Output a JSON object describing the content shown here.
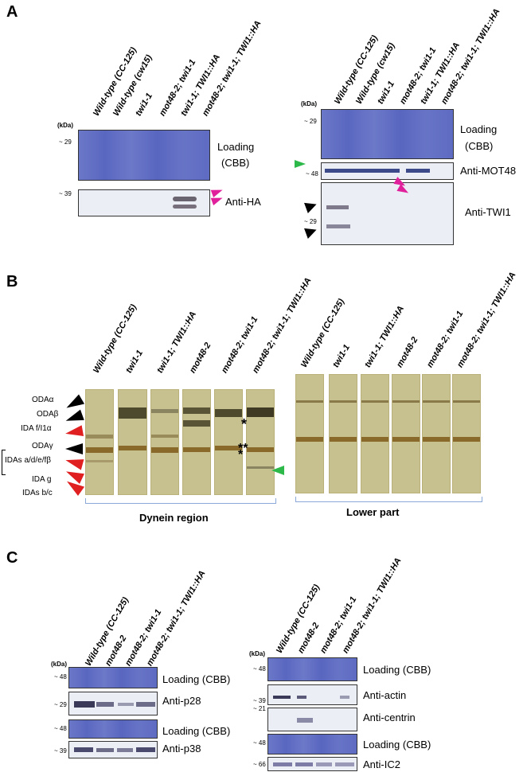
{
  "panels": {
    "a": "A",
    "b": "B",
    "c": "C"
  },
  "common": {
    "kda": "(kDa)",
    "loading": "Loading",
    "cbb": "(CBB)",
    "loading_cbb": "Loading (CBB)"
  },
  "a_left": {
    "lanes": [
      "Wild-type (CC-125)",
      "Wild-type (cw15)",
      "twi1-1",
      "mot48-2; twi1-1",
      "twi1-1; TWI1::HA",
      "mot48-2; twi1-1; TWI1::HA"
    ],
    "mw": [
      "~ 29",
      "~ 39"
    ],
    "antibody": "Anti-HA"
  },
  "a_right": {
    "lanes": [
      "Wild-type (CC-125)",
      "Wild-type (cw15)",
      "twi1-1",
      "mot48-2; twi1-1",
      "twi1-1; TWI1::HA",
      "mot48-2; twi1-1; TWI1::HA"
    ],
    "mw": [
      "~ 29",
      "~ 48",
      "~ 29"
    ],
    "antibodies": [
      "Anti-MOT48",
      "Anti-TWI1"
    ]
  },
  "b": {
    "lanes_left": [
      "Wild-type (CC-125)",
      "twi1-1",
      "twi1-1; TWI1::HA",
      "mot48-2",
      "mot48-2; twi1-1",
      "mot48-2; twi1-1; TWI1::HA"
    ],
    "lanes_right": [
      "Wild-type (CC-125)",
      "twi1-1",
      "twi1-1; TWI1::HA",
      "mot48-2",
      "mot48-2; twi1-1",
      "mot48-2; twi1-1; TWI1::HA"
    ],
    "dynein_labels": [
      "ODAα",
      "ODAβ",
      "IDA f/I1α",
      "ODAγ",
      "IDAs a/d/e/fβ",
      "IDA g",
      "IDAs b/c"
    ],
    "star_single": "*",
    "star_triple": "***",
    "region_left": "Dynein region",
    "region_right": "Lower part"
  },
  "c_left": {
    "lanes": [
      "Wild-type (CC-125)",
      "mot48-2",
      "mot48-2; twi1-1",
      "mot48-2; twi1-1; TWI1::HA"
    ],
    "mw": [
      "~ 48",
      "~ 29",
      "~ 48",
      "~ 39"
    ],
    "antibodies": [
      "Anti-p28",
      "Anti-p38"
    ]
  },
  "c_right": {
    "lanes": [
      "Wild-type (CC-125)",
      "mot48-2",
      "mot48-2; twi1-1",
      "mot48-2; twi1-1; TWI1::HA"
    ],
    "mw": [
      "~ 48",
      "~ 39",
      "~ 21",
      "~ 48",
      "~ 66"
    ],
    "antibodies": [
      "Anti-actin",
      "Anti-centrin",
      "Anti-IC2"
    ]
  },
  "colors": {
    "cbb": "#6470c4",
    "gel": "#c7c08f",
    "magenta": "#e0219b",
    "green": "#2db84a",
    "red": "#e02020"
  }
}
